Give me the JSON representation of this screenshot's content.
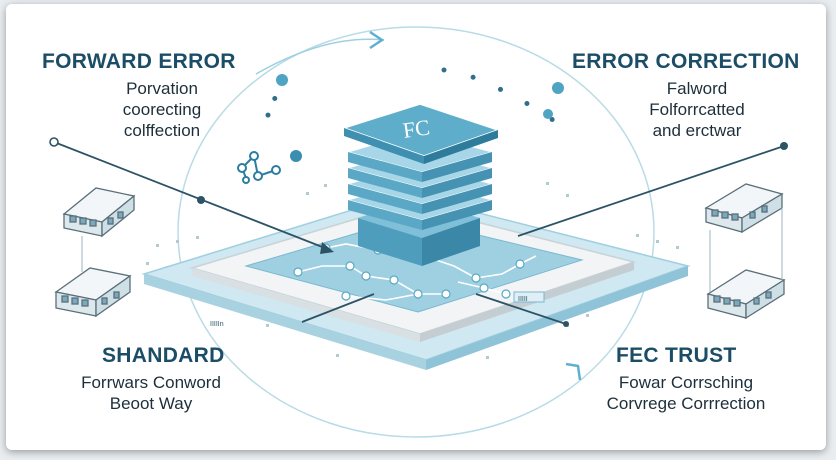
{
  "chip_label": "FC",
  "panel_mark": "IIIII",
  "side_mark": "IIIIIn",
  "top_left": {
    "title": "FORWARD ERROR",
    "lines": [
      "Porvation",
      "coorecting",
      "colffection"
    ]
  },
  "top_right": {
    "title": "ERROR CORRECTION",
    "lines": [
      "Falword",
      "Folforrcatted",
      "and erctwar"
    ]
  },
  "bottom_left": {
    "title": "SHANDARD",
    "lines": [
      "Forrwars Conword",
      "Beoot Way"
    ]
  },
  "bottom_right": {
    "title": "FEC TRUST",
    "lines": [
      "Fowar Corrsching",
      "Corvrege Corrrection"
    ]
  },
  "colors": {
    "accent": "#4fa3c3",
    "dark": "#1c4d66",
    "line": "#2c5466",
    "light": "#bfe0ec"
  }
}
